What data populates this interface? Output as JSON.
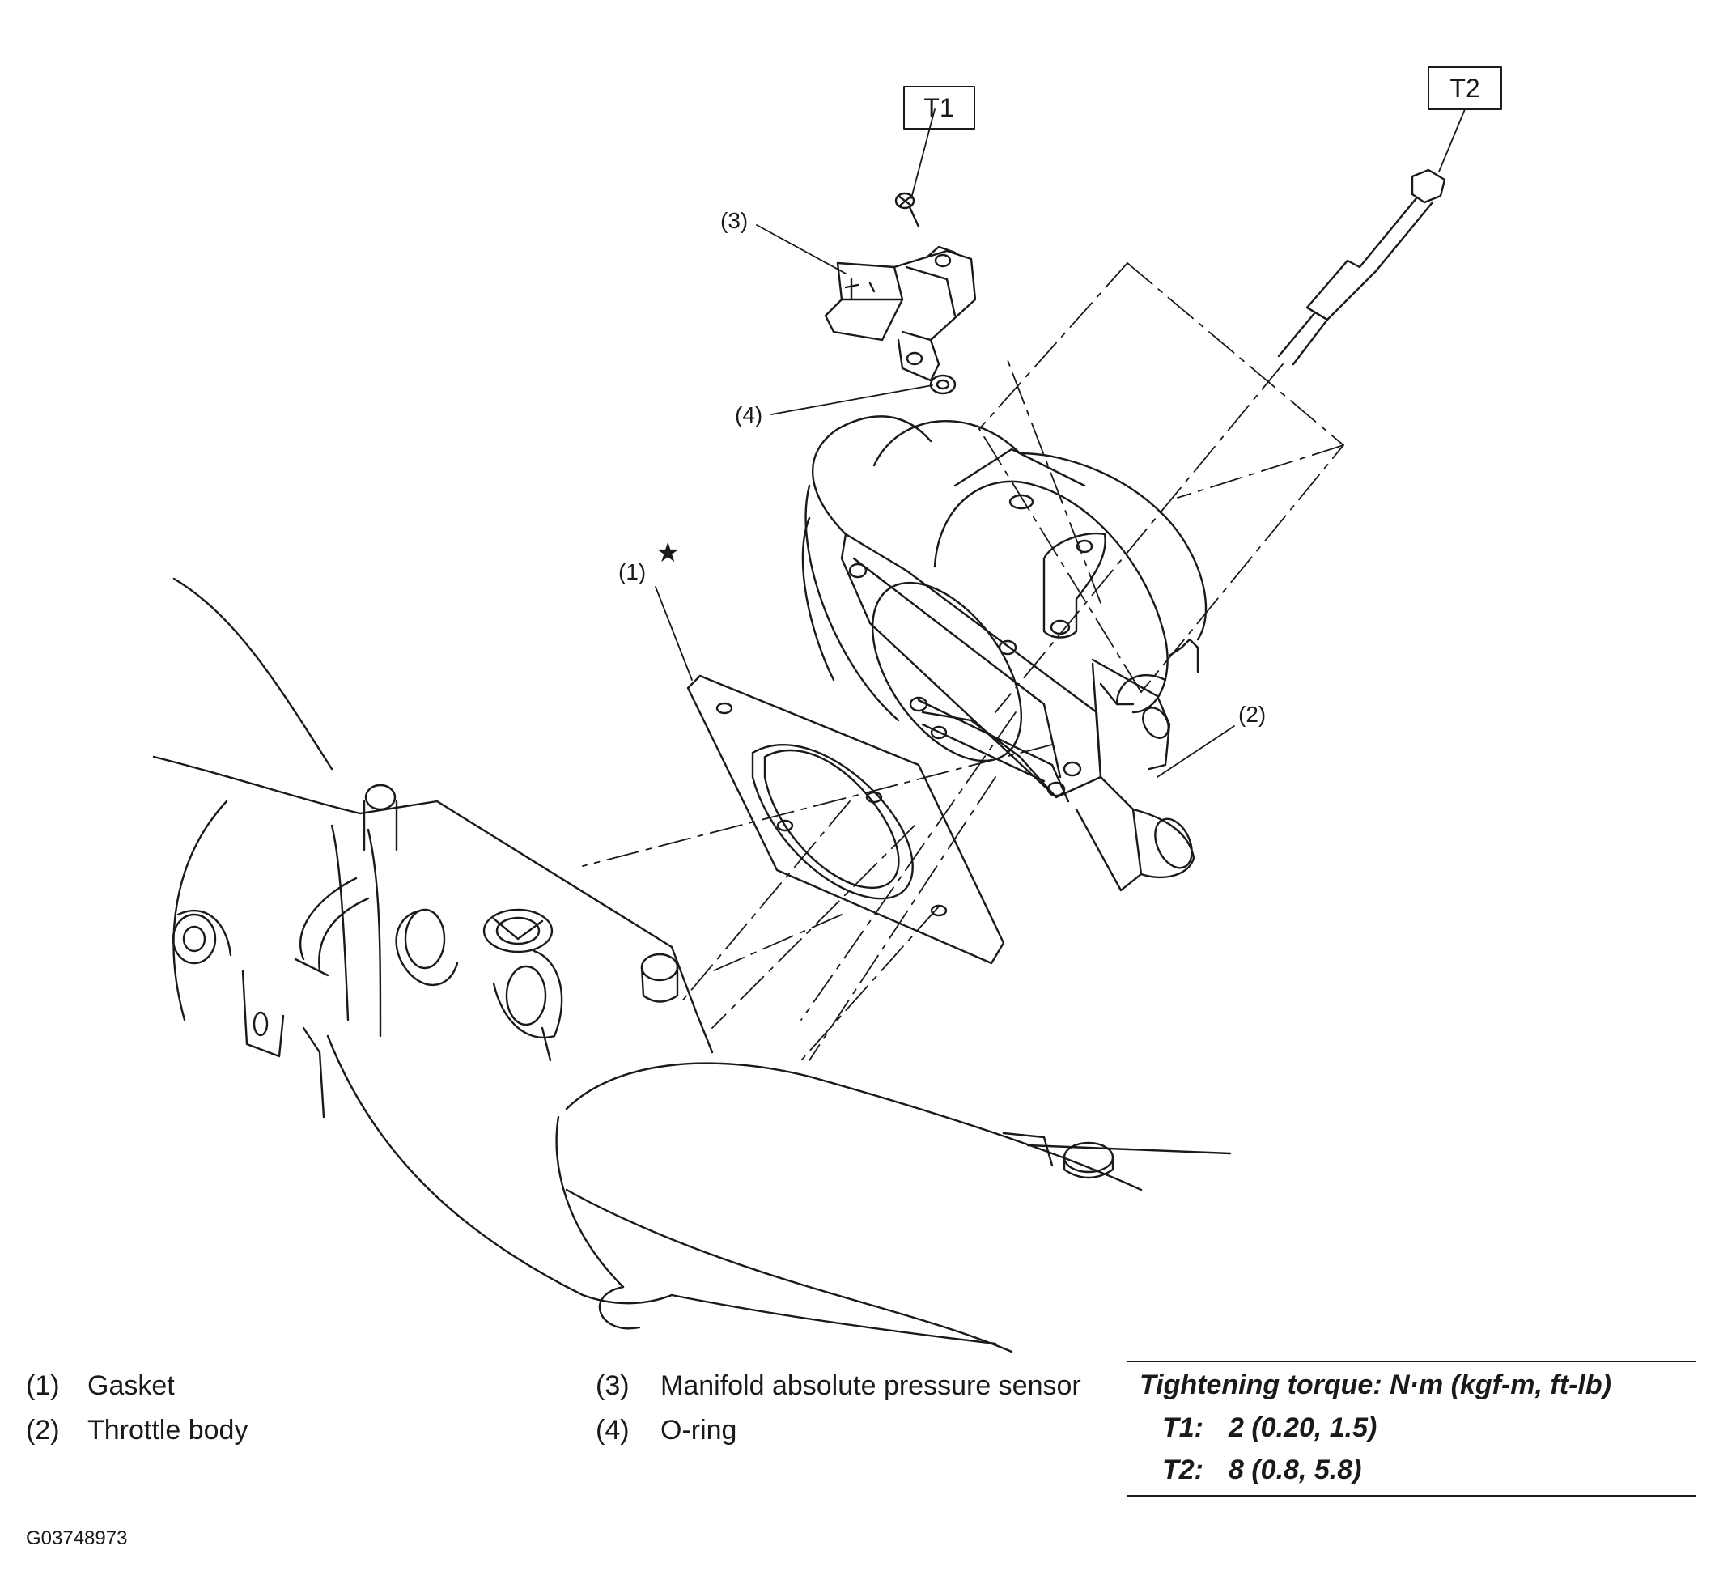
{
  "callouts": {
    "gasket": "(1)",
    "throttle_body": "(2)",
    "map_sensor": "(3)",
    "o_ring": "(4)",
    "star": "★",
    "t1": "T1",
    "t2": "T2"
  },
  "legend": [
    {
      "num": "(1)",
      "label": "Gasket"
    },
    {
      "num": "(2)",
      "label": "Throttle body"
    },
    {
      "num": "(3)",
      "label": "Manifold absolute pressure sensor"
    },
    {
      "num": "(4)",
      "label": "O-ring"
    }
  ],
  "torque": {
    "title": "Tightening torque: N·m (kgf-m, ft-lb)",
    "rows": [
      {
        "key": "T1:",
        "value": "2 (0.20, 1.5)"
      },
      {
        "key": "T2:",
        "value": "8 (0.8, 5.8)"
      }
    ]
  },
  "figure_code": "G03748973"
}
